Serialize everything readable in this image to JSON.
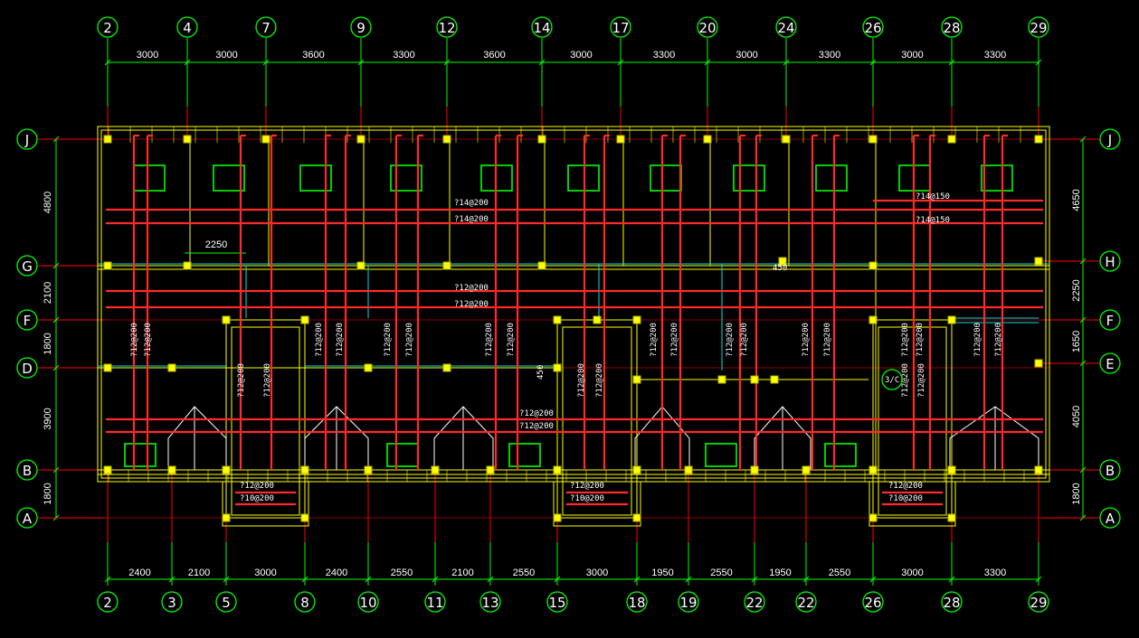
{
  "drawing": {
    "top_axes": [
      "2",
      "4",
      "7",
      "9",
      "12",
      "14",
      "17",
      "20",
      "24",
      "26",
      "28",
      "29"
    ],
    "top_dims": [
      "3000",
      "3000",
      "3600",
      "3300",
      "3600",
      "3000",
      "3300",
      "3000",
      "3300",
      "3000",
      "3300"
    ],
    "bottom_axes": [
      "2",
      "3",
      "5",
      "8",
      "10",
      "11",
      "13",
      "15",
      "18",
      "19",
      "22",
      "22",
      "26",
      "28",
      "29"
    ],
    "bottom_dims": [
      "2400",
      "2100",
      "3000",
      "2400",
      "2550",
      "2100",
      "2550",
      "3000",
      "1950",
      "2550",
      "1950",
      "2550",
      "3000",
      "3300"
    ],
    "left_axes": [
      "J",
      "G",
      "F",
      "D",
      "B",
      "A"
    ],
    "left_dims": [
      "4800",
      "2100",
      "1800",
      "3900",
      "1800"
    ],
    "right_axes": [
      "J",
      "H",
      "F",
      "E",
      "B",
      "A"
    ],
    "right_dims": [
      "4650",
      "2250",
      "1650",
      "4050",
      "1800"
    ],
    "annotations": {
      "bar_14_150_a": "?14@150",
      "bar_14_150_b": "?14@150",
      "bar_14_200_a": "?14@200",
      "bar_14_200_b": "?14@200",
      "bar_12_200_a": "?12@200",
      "bar_12_200_b": "?12@200",
      "bar_12_200_c": "?12@200",
      "bar_12_200_d": "?12@200",
      "dim_2250": "2250",
      "dim_450_a": "450",
      "dim_450_b": "450",
      "section_label": "3/C",
      "v_12_200": "?12@200",
      "bar_10_200": "?10@200"
    },
    "colors": {
      "background": "#000000",
      "axis_bubble": "#00ff00",
      "grid_line": "#ff0000",
      "wall": "#ffff00",
      "rebar": "#ff2a2a",
      "beam": "#00e0e0",
      "text": "#ffffff"
    }
  }
}
